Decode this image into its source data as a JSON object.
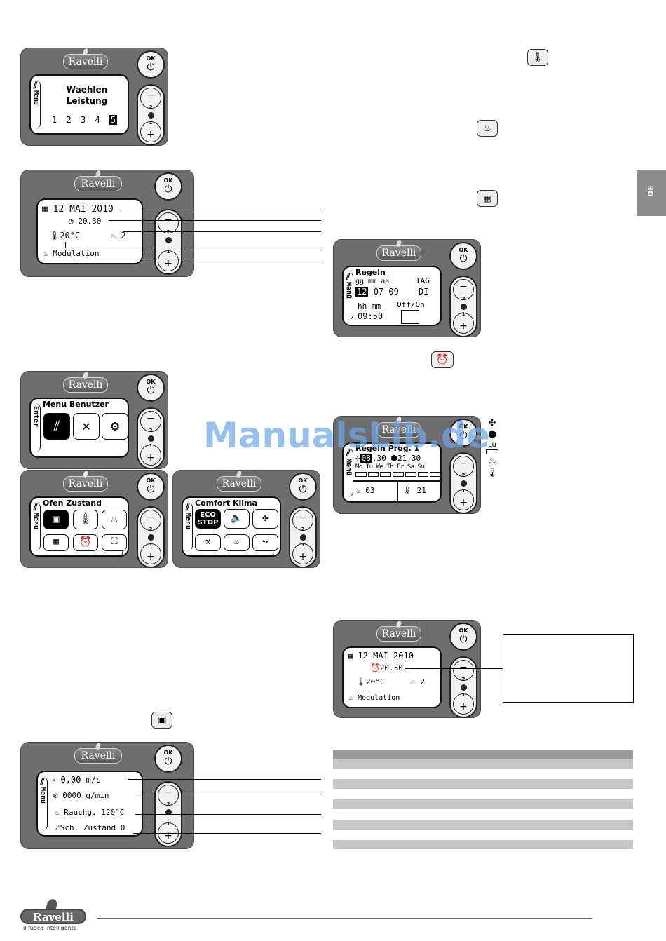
{
  "brand": {
    "name": "Ravelli",
    "tagline": "il fuoco intelligente"
  },
  "side_tab": "DE",
  "watermark": "ManualsLib.de",
  "buttons": {
    "ok": "OK",
    "minus": "−",
    "plus": "+",
    "minus_num": "2",
    "plus_num": "1"
  },
  "menu_label": "Menü",
  "enter_label": "Enter",
  "panel_power": {
    "line1": "Waehlen",
    "line2": "Leistung",
    "levels": [
      "1",
      "2",
      "3",
      "4",
      "5"
    ],
    "selected": "5"
  },
  "panel_main": {
    "date": "12 MAI 2010",
    "time": "20.30",
    "temp": "20°C",
    "power": "2",
    "status": "Modulation"
  },
  "panel_menu_user": {
    "title": "Menu Benutzer"
  },
  "panel_ofen": {
    "title": "Ofen Zustand"
  },
  "panel_comfort": {
    "title": "Comfort Klima",
    "eco_line1": "ECO",
    "eco_line2": "STOP"
  },
  "panel_ofen_data": {
    "row1": "0,00 m/s",
    "row2": "0000  g/min",
    "row3": "Rauchg. 120°C",
    "row4": "Sch. Zustand  0"
  },
  "panel_regeln": {
    "title": "Regeln",
    "date_fmt": "gg mm aa",
    "tag_label": "TAG",
    "day": "12",
    "month": "07",
    "year": "09",
    "weekday": "DI",
    "time_fmt": "hh mm",
    "offon": "Off/On",
    "time": "09:50"
  },
  "panel_prog": {
    "title": "Regeln Prog. 1",
    "start_hh": "08",
    "start_mm": "30",
    "stop_time": "21,30",
    "days": [
      "Mo",
      "Tu",
      "We",
      "Th",
      "Fr",
      "Sa",
      "Su"
    ],
    "power": "03",
    "temp": "21"
  },
  "panel_main2": {
    "date": "12 MAI 2010",
    "time": "20.30",
    "temp": "20°C",
    "power": "2",
    "status": "Modulation"
  },
  "legend_icons": {
    "fan": "fan-icon",
    "stop": "stop-icon",
    "lu_label": "Lu",
    "flame": "flame-icon",
    "thermo": "thermometer-icon"
  }
}
